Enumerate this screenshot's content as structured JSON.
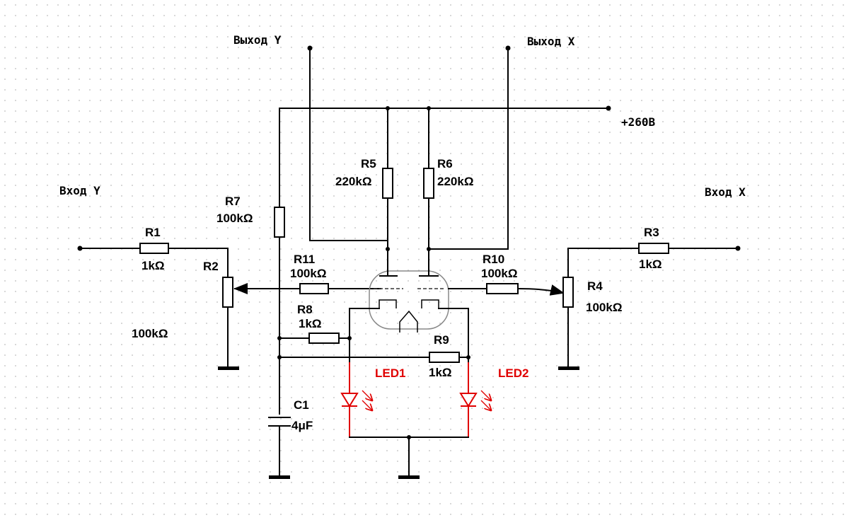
{
  "ports": {
    "out_y": "Выход Y",
    "out_x": "Выход X",
    "in_y": "Вход Y",
    "in_x": "Вход X",
    "supply": "+260B"
  },
  "components": {
    "r1": {
      "name": "R1",
      "value": "1kΩ"
    },
    "r2": {
      "name": "R2",
      "value": "100kΩ"
    },
    "r3": {
      "name": "R3",
      "value": "1kΩ"
    },
    "r4": {
      "name": "R4",
      "value": "100kΩ"
    },
    "r5": {
      "name": "R5",
      "value": "220kΩ"
    },
    "r6": {
      "name": "R6",
      "value": "220kΩ"
    },
    "r7": {
      "name": "R7",
      "value": "100kΩ"
    },
    "r8": {
      "name": "R8",
      "value": "1kΩ"
    },
    "r9": {
      "name": "R9",
      "value": "1kΩ"
    },
    "r10": {
      "name": "R10",
      "value": "100kΩ"
    },
    "r11": {
      "name": "R11",
      "value": "100kΩ"
    },
    "c1": {
      "name": "C1",
      "value": "4μF"
    },
    "led1": {
      "name": "LED1"
    },
    "led2": {
      "name": "LED2"
    }
  },
  "colors": {
    "wire": "#000000",
    "led": "#e00000",
    "grid": "#bbbbbb",
    "background": "#ffffff"
  }
}
